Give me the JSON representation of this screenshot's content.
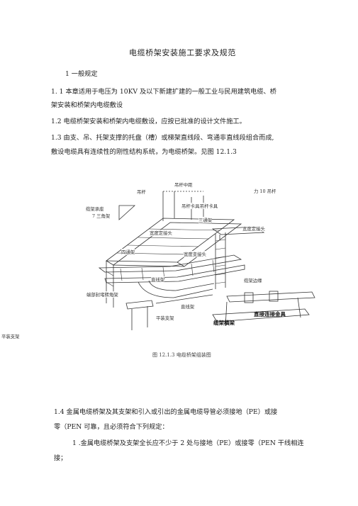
{
  "title": "电缆桥架安装施工要求及规范",
  "section1": {
    "heading": "1 一般规定",
    "p1_line1": "1.   1 本章适用于电压为 10KV 及以下新建扩建的一般工业与民用建筑电缆、桥",
    "p1_line2": "架安装和桥架内电缆敷设",
    "p2": "1.2 电缆桥架安装和桥架内电缆敷设，应按已批准的设计文件施工。",
    "p3_line1": "1.3 由支、吊、托架支撑的托盘（槽）或梯架直线段、弯通非直线段组合而成,",
    "p3_line2": "敷设电缆具有连续性的刚性结构系统，为电缆桥架。见图 12.1.3"
  },
  "figure": {
    "labels": {
      "hanger_spacing": "吊杆中距",
      "hanger": "吊杆",
      "force_hanger": "力 10 吊杆",
      "tray_support": "缆架承座",
      "triangle_bracket": "7 三角架",
      "clamp": "吊杆卡具吊杆卡具",
      "tee": "三通架",
      "width_joint_top": "宽度定接头",
      "width_joint_right": "宽度定接头",
      "cross": "四通架",
      "width_change": "宽度变接头",
      "straight_1": "直线架",
      "tray_edge": "缆架边缘",
      "end_cap": "端部封堵转角架",
      "straight_2": "直线架",
      "flat_bracket": "平装支架",
      "flat_bracket_left": "平装支架",
      "straight_connector": "直接连接金具",
      "tray_ladder": "缆架横梁"
    },
    "caption": "图 12.1.3 电缆桥架组装图"
  },
  "section2": {
    "p4_line1": "1.4 金属电缆桥架及其支架和引入或引出的金属电缆导管必须接地（PE）或接",
    "p4_line2": "零（PEN 可靠，且必须符合下列规定：",
    "p5_line1": "1 .金属电缆桥架及支架全长应不少于 2 处与接地（PE）或接零（PEN 干线相连",
    "p5_line2": "接；"
  }
}
